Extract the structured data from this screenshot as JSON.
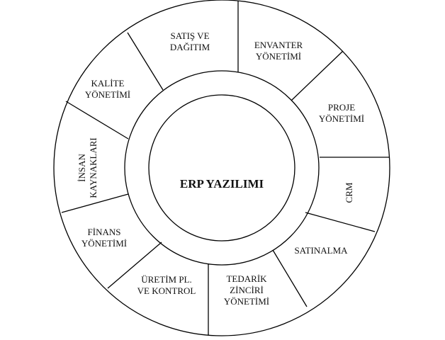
{
  "center": {
    "label": "ERP YAZILIMI"
  },
  "modules": [
    {
      "id": "satis",
      "lines": [
        "SATIŞ VE",
        "DAĞITIM"
      ]
    },
    {
      "id": "envanter",
      "lines": [
        "ENVANTER",
        "YÖNETİMİ"
      ]
    },
    {
      "id": "proje",
      "lines": [
        "PROJE",
        "YÖNETİMİ"
      ]
    },
    {
      "id": "crm",
      "lines": [
        "CRM"
      ]
    },
    {
      "id": "satinalma",
      "lines": [
        "SATINALMA"
      ]
    },
    {
      "id": "tedarik",
      "lines": [
        "TEDARİK",
        "ZİNCİRİ",
        "YÖNETİMİ"
      ]
    },
    {
      "id": "uretim",
      "lines": [
        "ÜRETİM PL.",
        "VE KONTROL"
      ]
    },
    {
      "id": "finans",
      "lines": [
        "FİNANS",
        "YÖNETİMİ"
      ]
    },
    {
      "id": "insan",
      "lines": [
        "İNSAN",
        "KAYNAKLARI"
      ]
    },
    {
      "id": "kalite",
      "lines": [
        "KALİTE",
        "YÖNETİMİ"
      ]
    }
  ]
}
